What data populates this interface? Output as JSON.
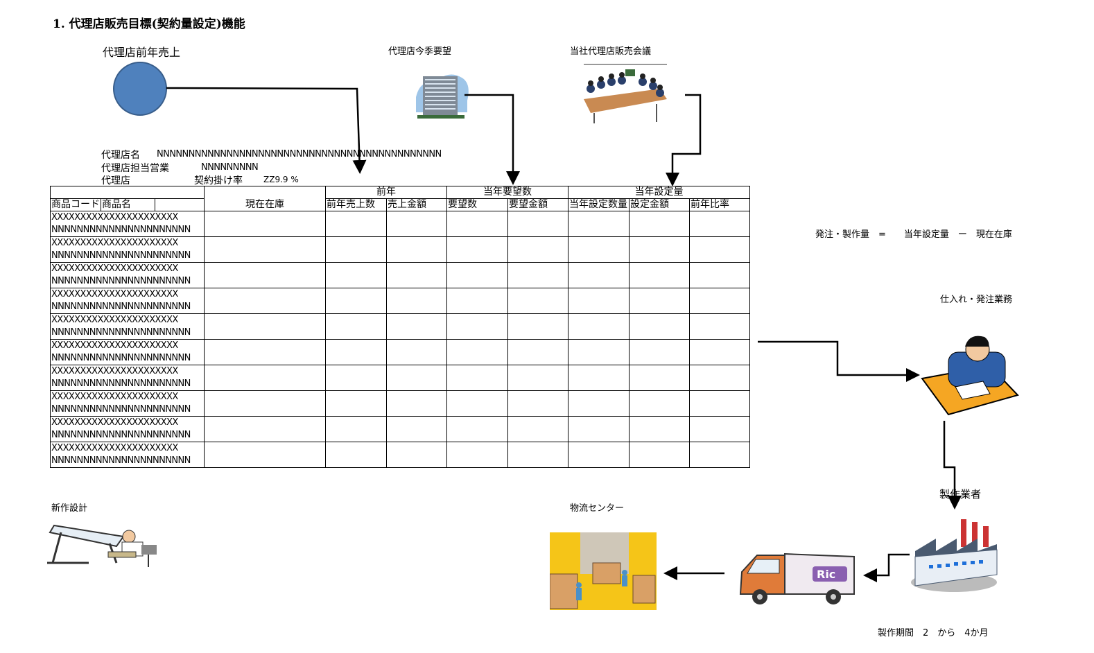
{
  "title": "1. 代理店販売目標(契約量設定)機能",
  "sources": {
    "prev_sales": "代理店前年売上",
    "season_request": "代理店今季要望",
    "sales_meeting": "当社代理店販売会議"
  },
  "agency_info": {
    "name_label": "代理店名",
    "name_value": "NNNNNNNNNNNNNNNNNNNNNNNNNNNNNNNNNNNNNNNNNNNNN",
    "rep_label": "代理店担当営業",
    "rep_value": "NNNNNNNNN",
    "agency_label": "代理店",
    "rate_label": "契約掛け率",
    "rate_value": "ZZ9.9 %"
  },
  "table": {
    "group_headers": {
      "stock": "現在在庫",
      "prev_year": "前年",
      "request": "当年要望数",
      "setting": "当年設定量"
    },
    "columns": [
      "商品コード",
      "商品名",
      "",
      "前年売上数",
      "売上金額",
      "要望数",
      "要望金額",
      "当年設定数量",
      "設定金額",
      "前年比率"
    ],
    "rows": [
      {
        "code": "XXXXXXXXXXXXXXXXXXXXXX",
        "name": "NNNNNNNNNNNNNNNNNNNNNN"
      },
      {
        "code": "XXXXXXXXXXXXXXXXXXXXXX",
        "name": "NNNNNNNNNNNNNNNNNNNNNN"
      },
      {
        "code": "XXXXXXXXXXXXXXXXXXXXXX",
        "name": "NNNNNNNNNNNNNNNNNNNNNN"
      },
      {
        "code": "XXXXXXXXXXXXXXXXXXXXXX",
        "name": "NNNNNNNNNNNNNNNNNNNNNN"
      },
      {
        "code": "XXXXXXXXXXXXXXXXXXXXXX",
        "name": "NNNNNNNNNNNNNNNNNNNNNN"
      },
      {
        "code": "XXXXXXXXXXXXXXXXXXXXXX",
        "name": "NNNNNNNNNNNNNNNNNNNNNN"
      },
      {
        "code": "XXXXXXXXXXXXXXXXXXXXXX",
        "name": "NNNNNNNNNNNNNNNNNNNNNN"
      },
      {
        "code": "XXXXXXXXXXXXXXXXXXXXXX",
        "name": "NNNNNNNNNNNNNNNNNNNNNN"
      },
      {
        "code": "XXXXXXXXXXXXXXXXXXXXXX",
        "name": "NNNNNNNNNNNNNNNNNNNNNN"
      },
      {
        "code": "XXXXXXXXXXXXXXXXXXXXXX",
        "name": "NNNNNNNNNNNNNNNNNNNNNN"
      }
    ]
  },
  "formula": "発注・製作量　=　　当年設定量　ー　現在在庫",
  "purchasing": "仕入れ・発注業務",
  "manufacturer": "製作業者",
  "new_design": "新作設計",
  "logistics": "物流センター",
  "truck_logo": "Ric",
  "lead_time": "製作期間　2　から　4か月",
  "colors": {
    "circle": "#4f81bd",
    "truck": "#e07b39",
    "warehouse": "#f5c518"
  }
}
